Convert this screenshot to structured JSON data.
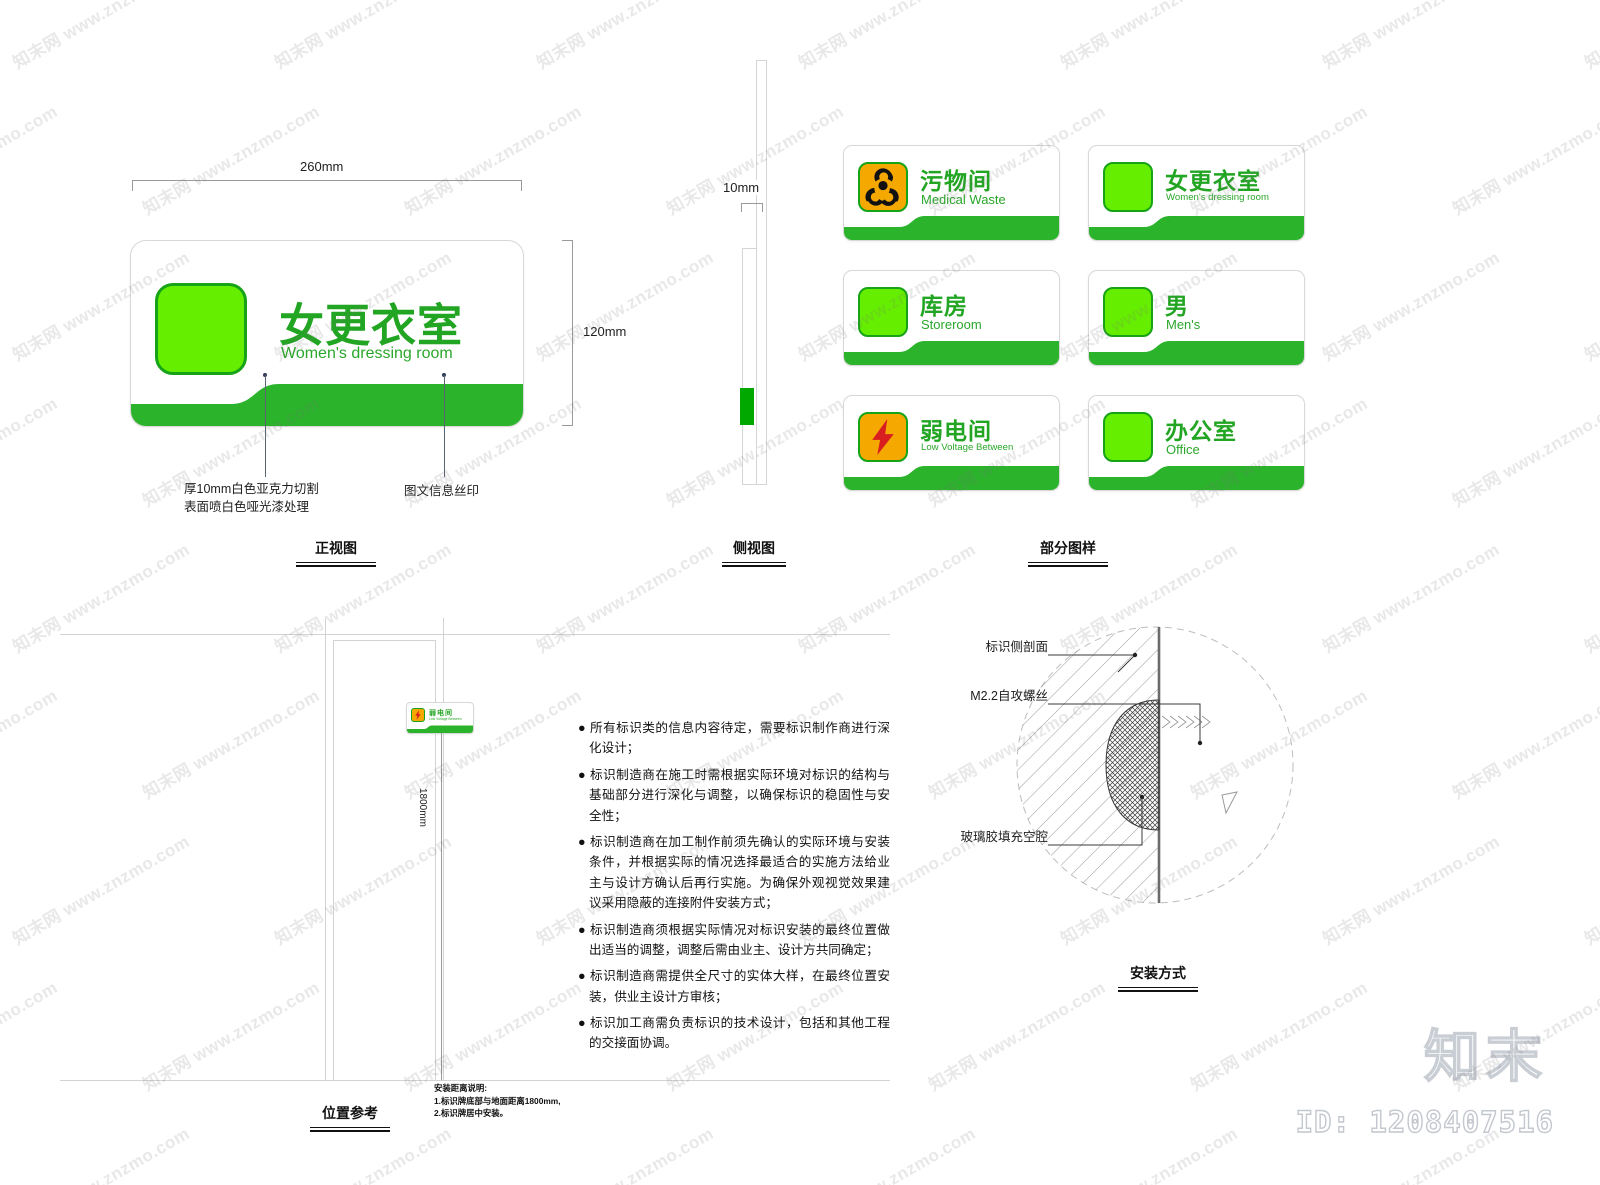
{
  "document": {
    "id_label": "ID: 1208407516",
    "brand_logo": "知末"
  },
  "colors": {
    "green_dark": "#22a522",
    "green_band": "#2bb32b",
    "green_bright": "#66ee00",
    "green_border": "#17a317",
    "amber": "#f5a800",
    "bolt_red": "#d81e1e",
    "line_gray": "#9a9a9a"
  },
  "sections": {
    "front_view": {
      "caption": "正视图",
      "dim_width": "260mm",
      "dim_height": "120mm",
      "sign": {
        "cn": "女更衣室",
        "en": "Women's dressing room"
      },
      "callouts": [
        "厚10mm白色亚克力切割\n表面喷白色哑光漆处理",
        "图文信息丝印"
      ]
    },
    "side_view": {
      "caption": "侧视图",
      "dim_thickness": "10mm"
    },
    "samples": {
      "caption": "部分图样",
      "items": [
        {
          "cn": "污物间",
          "en": "Medical Waste",
          "icon": "biohazard-icon"
        },
        {
          "cn": "女更衣室",
          "en": "Women's dressing room",
          "icon": "blank-icon"
        },
        {
          "cn": "库房",
          "en": "Storeroom",
          "icon": "blank-icon"
        },
        {
          "cn": "男",
          "en": "Men's",
          "icon": "blank-icon"
        },
        {
          "cn": "弱电间",
          "en": "Low Voltage Between",
          "icon": "lightning-icon"
        },
        {
          "cn": "办公室",
          "en": "Office",
          "icon": "blank-icon"
        }
      ]
    },
    "position_reference": {
      "caption": "位置参考",
      "dim_height": "1800mm",
      "sign_preview": {
        "cn": "弱电间",
        "en": "Low Voltage Between"
      },
      "install_note": {
        "title": "安装距离说明:",
        "lines": [
          "1.标识牌底部与地面距离1800mm,",
          "2.标识牌居中安装。"
        ]
      }
    },
    "installation": {
      "caption": "安装方式",
      "callouts": [
        "标识侧剖面",
        "M2.2自攻螺丝",
        "玻璃胶填充空腔"
      ]
    },
    "notes": {
      "items": [
        "● 所有标识类的信息内容待定，需要标识制作商进行深化设计；",
        "● 标识制造商在施工时需根据实际环境对标识的结构与基础部分进行深化与调整，以确保标识的稳固性与安全性；",
        "● 标识制造商在加工制作前须先确认的实际环境与安装条件，并根据实际的情况选择最适合的实施方法给业主与设计方确认后再行实施。为确保外观视觉效果建议采用隐蔽的连接附件安装方式；",
        "● 标识制造商须根据实际情况对标识安装的最终位置做出适当的调整，调整后需由业主、设计方共同确定；",
        "● 标识制造商需提供全尺寸的实体大样，在最终位置安装，供业主设计方审核；",
        "● 标识加工商需负责标识的技术设计，包括和其他工程的交接面协调。"
      ]
    }
  },
  "watermark": {
    "text": "知末网 www.znzmo.com"
  }
}
